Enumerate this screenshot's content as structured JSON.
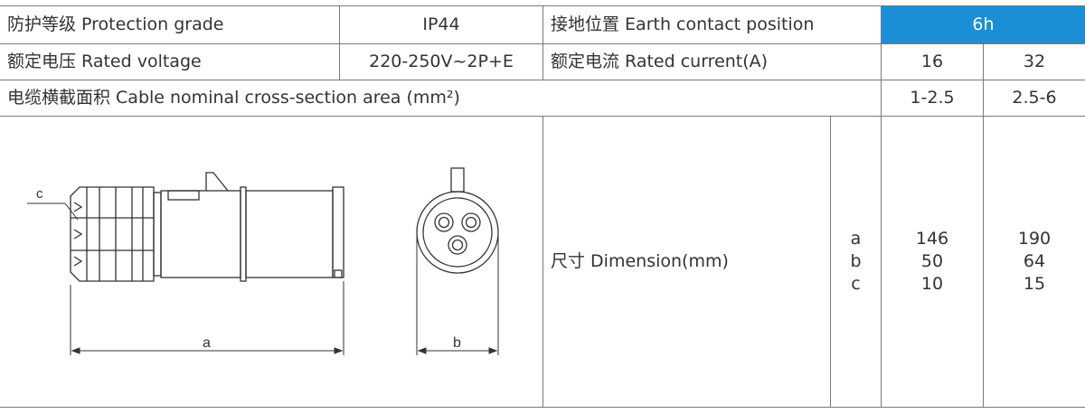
{
  "spec_table": {
    "row1": {
      "protection_label": "防护等级 Protection grade",
      "protection_value": "IP44",
      "earth_label": "接地位置 Earth contact position",
      "earth_value": "6h",
      "highlight_color": "#1a8fd6"
    },
    "row2": {
      "voltage_label": "额定电压 Rated voltage",
      "voltage_value": "220-250V~2P+E",
      "current_label": "额定电流 Rated current(A)",
      "current_16": "16",
      "current_32": "32"
    },
    "row3": {
      "cable_label": "电缆横截面积 Cable nominal cross-section area (mm²)",
      "cable_16": "1-2.5",
      "cable_32": "2.5-6"
    },
    "dimension": {
      "label": "尺寸 Dimension(mm)",
      "letters": [
        "a",
        "b",
        "c"
      ],
      "values_16": [
        "146",
        "50",
        "10"
      ],
      "values_32": [
        "190",
        "64",
        "15"
      ]
    },
    "drawing": {
      "label_a": "a",
      "label_b": "b",
      "label_c": "c"
    }
  }
}
